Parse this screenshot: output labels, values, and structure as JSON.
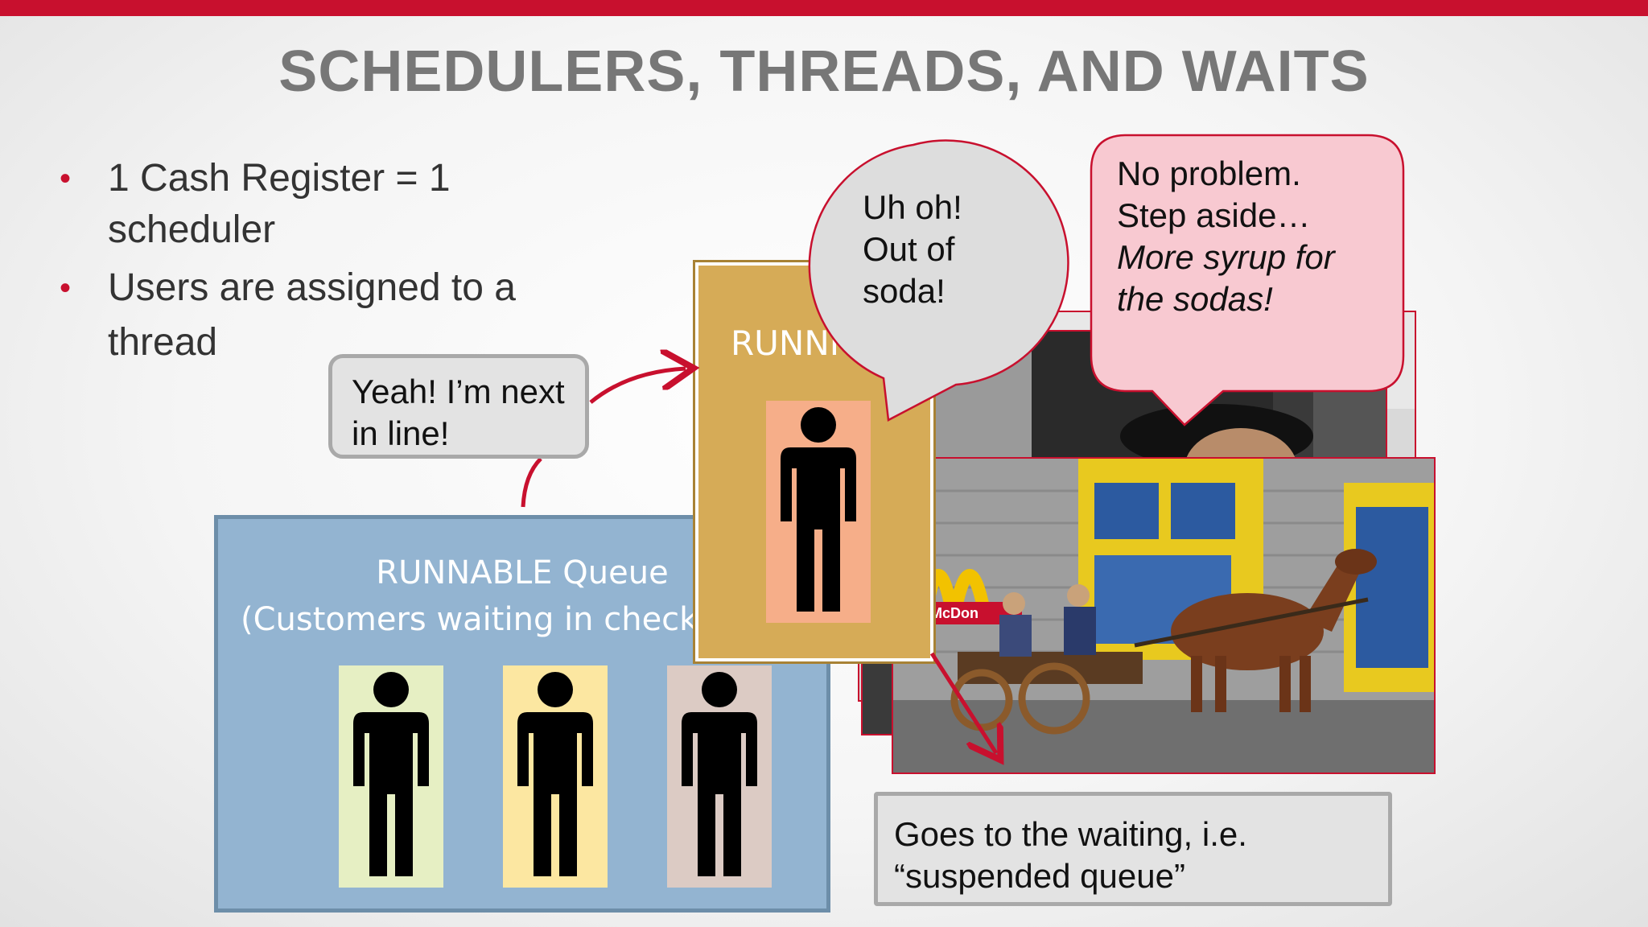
{
  "slide": {
    "title": "SCHEDULERS, THREADS, AND WAITS",
    "bullets": [
      "1 Cash Register = 1 scheduler",
      "Users are assigned to a thread"
    ]
  },
  "callouts": {
    "next_in_line": "Yeah! I’m next in line!",
    "out_of_soda": "Uh oh! Out of soda!",
    "no_problem": "No problem.",
    "step_aside": "Step aside…",
    "more_syrup": "More syrup for the sodas!",
    "waiting_queue": "Goes to the waiting, i.e. “suspended queue”"
  },
  "runnable_queue": {
    "title": "RUNNABLE Queue",
    "subtitle": "(Customers waiting in checko"
  },
  "running": {
    "label": "RUNNI"
  },
  "photo": {
    "sign_text": "McDon"
  },
  "colors": {
    "accent_red": "#c8102e",
    "queue_blue": "#93b4d1",
    "running_gold": "#d6ab57",
    "person_cards": [
      "#e6efc3",
      "#fce7a1",
      "#dccbc4"
    ],
    "running_card": "#f6ae89",
    "pink_bubble": "#f8c9d1"
  }
}
